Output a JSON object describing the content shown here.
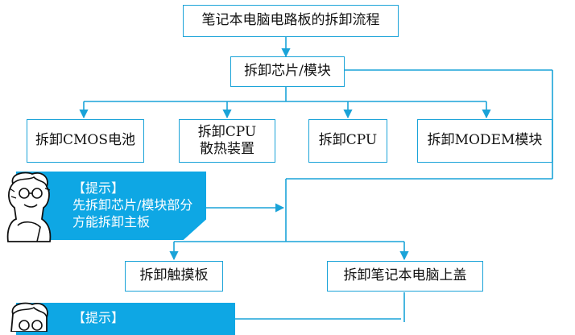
{
  "flow": {
    "title": "笔记本电脑电路板的拆卸流程",
    "step1": "拆卸芯片/模块",
    "branches": [
      "拆卸CMOS电池",
      "拆卸CPU\n散热装置",
      "拆卸CPU",
      "拆卸MODEM模块"
    ],
    "step_touchpad": "拆卸触摸板",
    "step_cover": "拆卸笔记本电脑上盖"
  },
  "tips": [
    {
      "title": "【提示】",
      "body": "先拆卸芯片/模块部分\n方能拆卸主板"
    },
    {
      "title": "【提示】",
      "body": ""
    }
  ],
  "colors": {
    "line": "#1aa3d8",
    "tip_bg": "#0ea7e4"
  }
}
